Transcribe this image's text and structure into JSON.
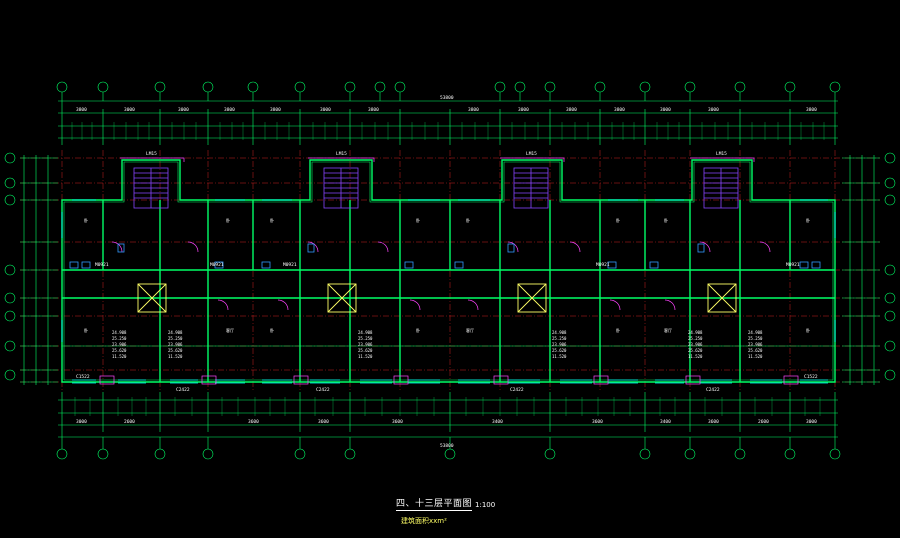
{
  "drawing": {
    "title": "四、十三层平面图",
    "scale": "1:100",
    "area_note": "建筑面积xxm²"
  },
  "dimensions": {
    "overall_top": "53800",
    "overall_bottom": "53800",
    "top_row1": [
      "3800",
      "3000",
      "3000",
      "3800",
      "3800",
      "3000",
      "3800",
      "3800",
      "3000",
      "3800",
      "3800",
      "3000",
      "3000",
      "3800"
    ],
    "bottom_row1": [
      "3000",
      "2600",
      "3600",
      "3600",
      "3600",
      "3400",
      "3600",
      "3400",
      "3600",
      "2600",
      "3000"
    ]
  },
  "room_labels": {
    "stair_code": "LM15",
    "unit_left_code": "M0921",
    "window_codes": [
      "C1522",
      "C2422",
      "C2422",
      "C2422",
      "C2422",
      "C1522"
    ]
  },
  "colors": {
    "axis": "#ff2b2b",
    "wall": "#00ff66",
    "wall_fill": "#0a2a12",
    "dim": "#00ff66",
    "window": "#00ffff",
    "door": "#ff44ff",
    "stair": "#8844ff",
    "text": "#ffffff",
    "label": "#ffff66",
    "bubble": "#00ff66"
  }
}
